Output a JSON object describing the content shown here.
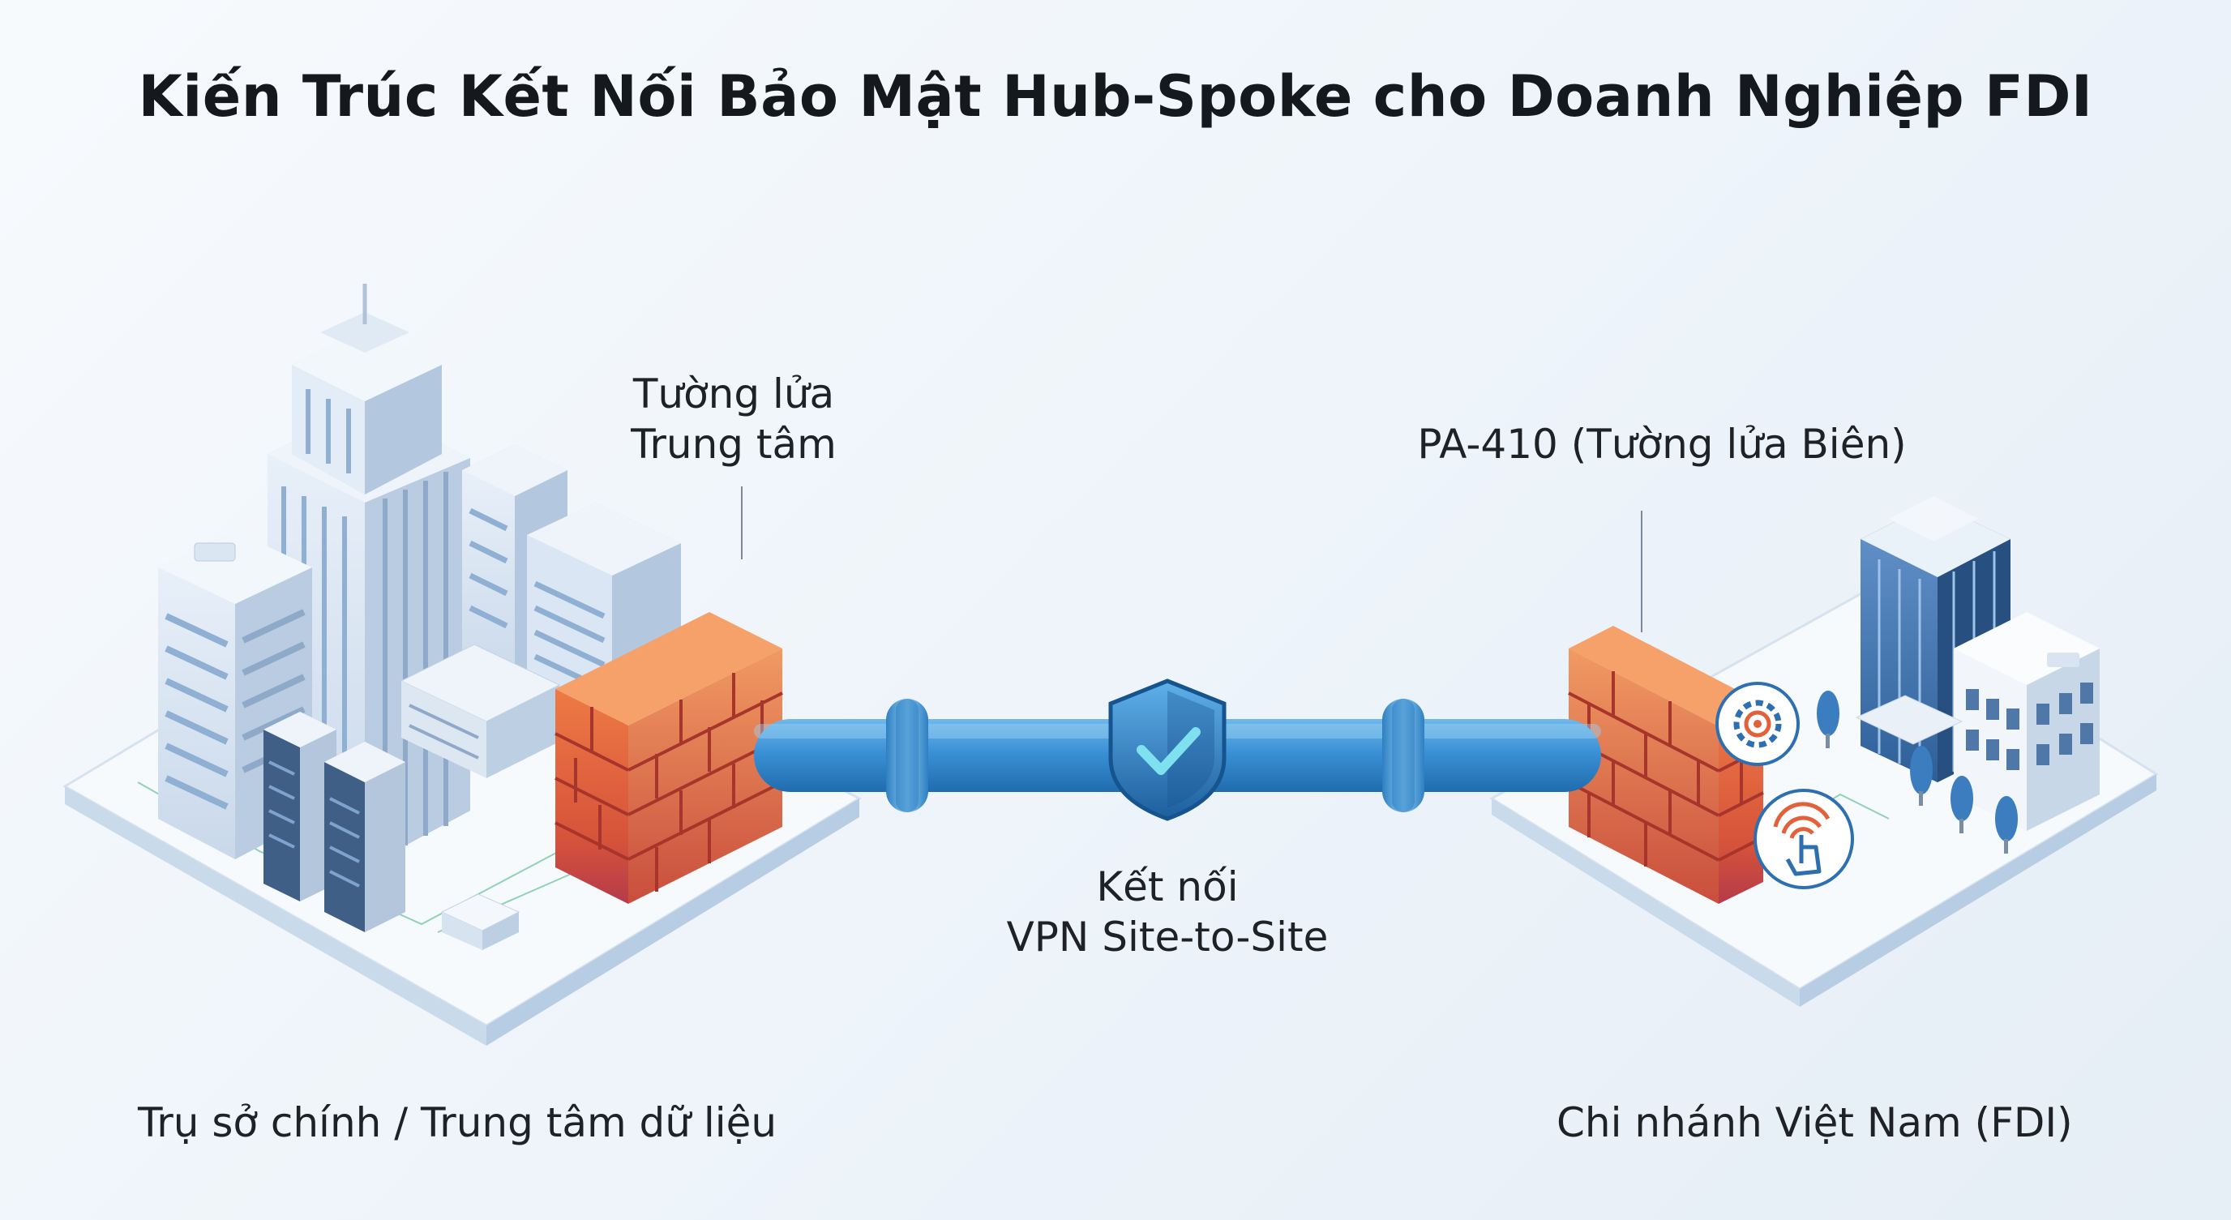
{
  "title": "Kiến Trúc Kết Nối Bảo Mật Hub-Spoke cho Doanh Nghiệp FDI",
  "hub": {
    "firewall_label_line1": "Tường lửa",
    "firewall_label_line2": "Trung tâm",
    "site_label": "Trụ sở chính / Trung tâm dữ liệu"
  },
  "tunnel": {
    "label_line1": "Kết nối",
    "label_line2": "VPN Site-to-Site"
  },
  "spoke": {
    "firewall_label": "PA-410 (Tường lửa Biên)",
    "site_label": "Chi nhánh Việt Nam (FDI)"
  },
  "colors": {
    "pipe": "#3b91d6",
    "firewall": "#e2603a",
    "shield": "#2d7dc4",
    "platform": "#f4f8fc",
    "building": "#dbe6f3"
  },
  "icons": [
    "shield-check-icon",
    "gear-icon",
    "fingerprint-touch-icon"
  ]
}
